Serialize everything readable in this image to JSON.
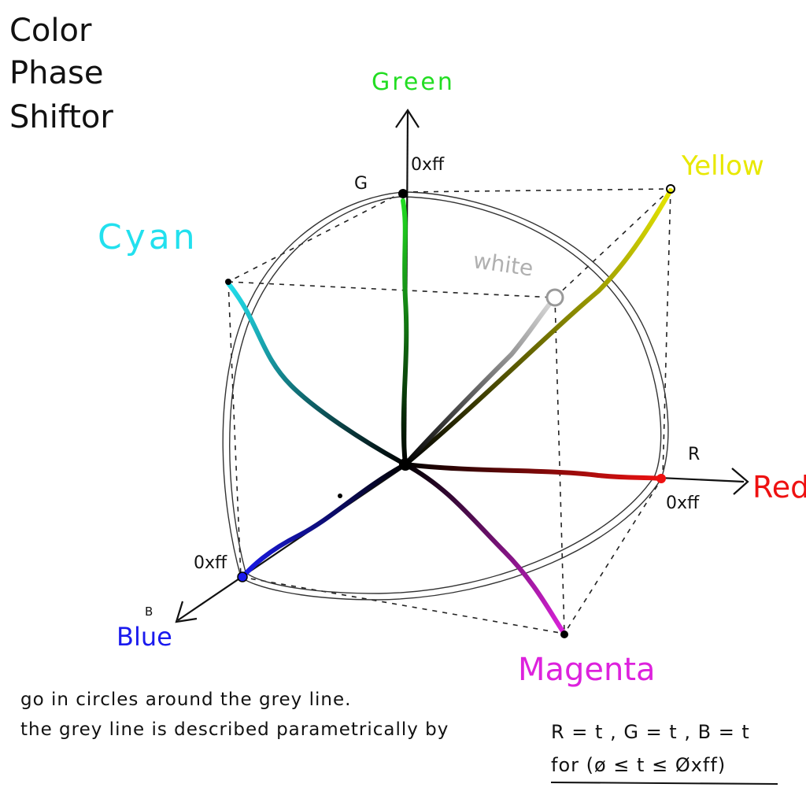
{
  "title": {
    "line1": "Color",
    "line2": "Phase",
    "line3": "Shiftor"
  },
  "labels": {
    "green": "Green",
    "yellow": "Yellow",
    "cyan": "Cyan",
    "white": "white",
    "red": "Red",
    "blue": "Blue",
    "magenta": "Magenta",
    "g": "G",
    "r": "R",
    "b": "B",
    "max_g": "0xff",
    "max_r": "0xff",
    "max_b": "0xff"
  },
  "colors": {
    "green": "#22dd22",
    "yellow": "#e8e800",
    "cyan": "#22e0ee",
    "white": "#b0b0b0",
    "red": "#ee1111",
    "blue": "#1a1aee",
    "magenta": "#dd22dd"
  },
  "notes": {
    "line1": "go in circles around the grey line.",
    "line2": "the grey line is described parametrically by",
    "equation": "R = t , G = t , B = t",
    "range": "for (ø ≤ t ≤ Øxff)"
  }
}
